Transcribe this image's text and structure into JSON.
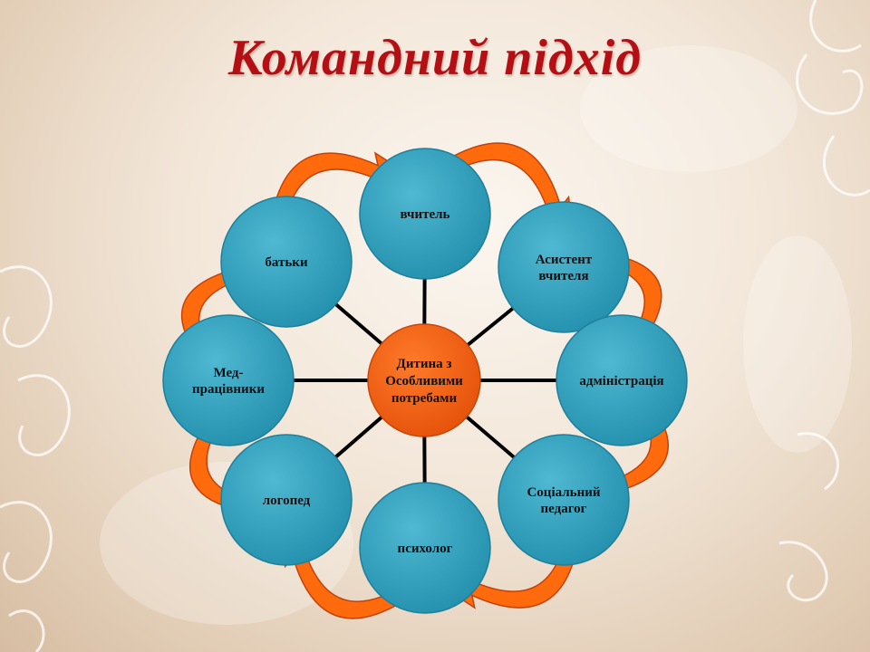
{
  "title": "Командний підхід",
  "colors": {
    "title": "#b30f14",
    "node_fill": "#2e9fbd",
    "center_fill": "#f25c0a",
    "arrow_fill": "#ff6a0c",
    "arrow_dark": "#c1420a",
    "connector": "#000000"
  },
  "diagram": {
    "center": {
      "lines": [
        "Дитина з",
        "Особливими",
        "потребами"
      ]
    },
    "nodes": [
      {
        "id": "vchytel",
        "lines": [
          "вчитель"
        ]
      },
      {
        "id": "asystent",
        "lines": [
          "Асистент",
          "вчителя"
        ]
      },
      {
        "id": "administratsiia",
        "lines": [
          "адміністрація"
        ]
      },
      {
        "id": "sotsialnyi-pedahoh",
        "lines": [
          "Соціальний",
          "педагог"
        ]
      },
      {
        "id": "psykholoh",
        "lines": [
          "психолог"
        ]
      },
      {
        "id": "lohoped",
        "lines": [
          "логопед"
        ]
      },
      {
        "id": "med-pratsivnyky",
        "lines": [
          "Мед-",
          "працівники"
        ]
      },
      {
        "id": "batky",
        "lines": [
          "батьки"
        ]
      }
    ]
  }
}
